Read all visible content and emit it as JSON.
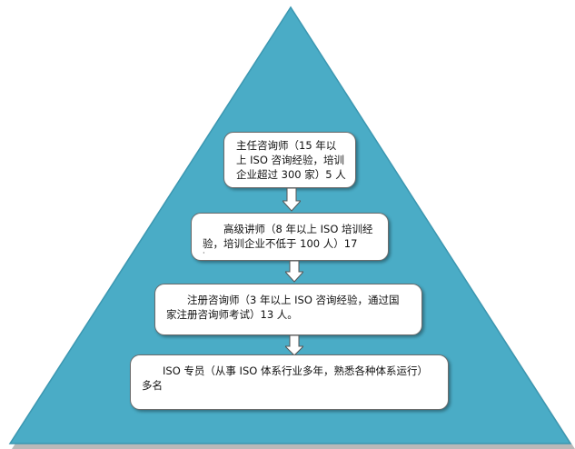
{
  "tiers": [
    {
      "lines": [
        "主任咨询师（15 年以",
        "上 ISO 咨询经验，培训",
        "企业超过 300 家）5 人"
      ]
    },
    {
      "lines": [
        "　　高级讲师（8 年以上 ISO 培训经",
        "验，培训企业不低于 100 人）17",
        "·"
      ]
    },
    {
      "lines": [
        "　　注册咨询师（3 年以上 ISO 咨询经验，通过国",
        "家注册咨询师考试）13 人。"
      ]
    },
    {
      "lines": [
        "　　ISO 专员（从事 ISO 体系行业多年，熟悉各种体系运行）",
        "多名"
      ]
    }
  ],
  "colors": {
    "pyramid_fill": "#4aacc6",
    "pyramid_edge": "#2f8ba5",
    "box_border": "#6b6b6b",
    "arrow_fill": "#ffffff"
  }
}
